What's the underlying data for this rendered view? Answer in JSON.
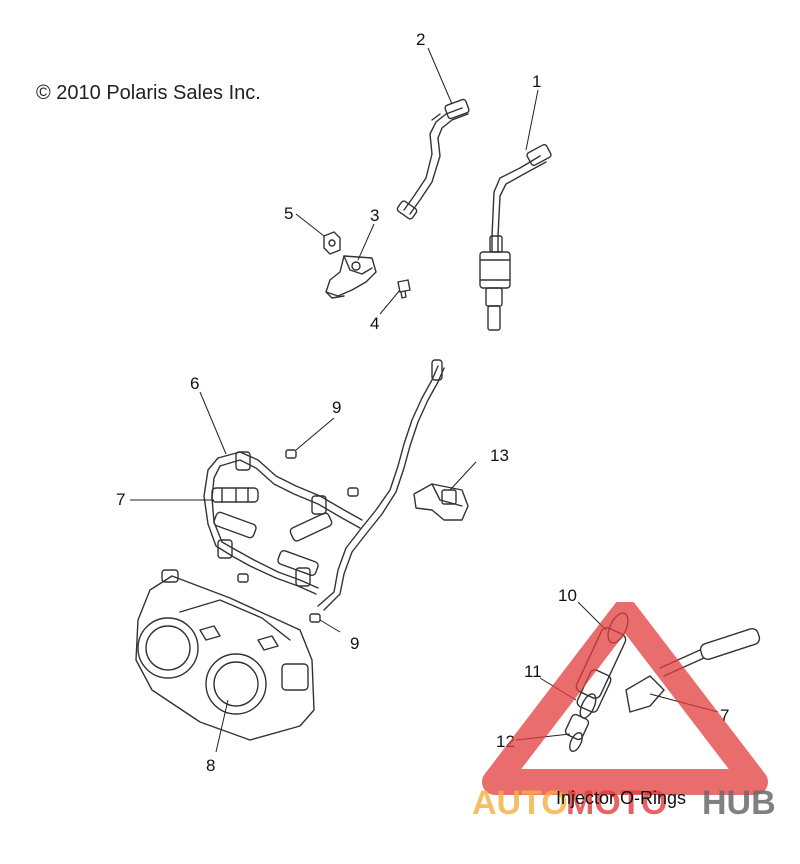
{
  "copyright": "© 2010 Polaris Sales Inc.",
  "callouts": {
    "c1": "1",
    "c2": "2",
    "c3": "3",
    "c4": "4",
    "c5": "5",
    "c6": "6",
    "c7a": "7",
    "c7b": "7",
    "c8": "8",
    "c9a": "9",
    "c9b": "9",
    "c10": "10",
    "c11": "11",
    "c12": "12",
    "c13": "13"
  },
  "inset_caption": "Injector O-Rings",
  "watermark": {
    "left": "AUTO",
    "middle": "MOTO",
    "right": "HUB",
    "color_red": "#e23c3c",
    "color_orange": "#f5b041",
    "color_gray": "#6b6b6b"
  }
}
